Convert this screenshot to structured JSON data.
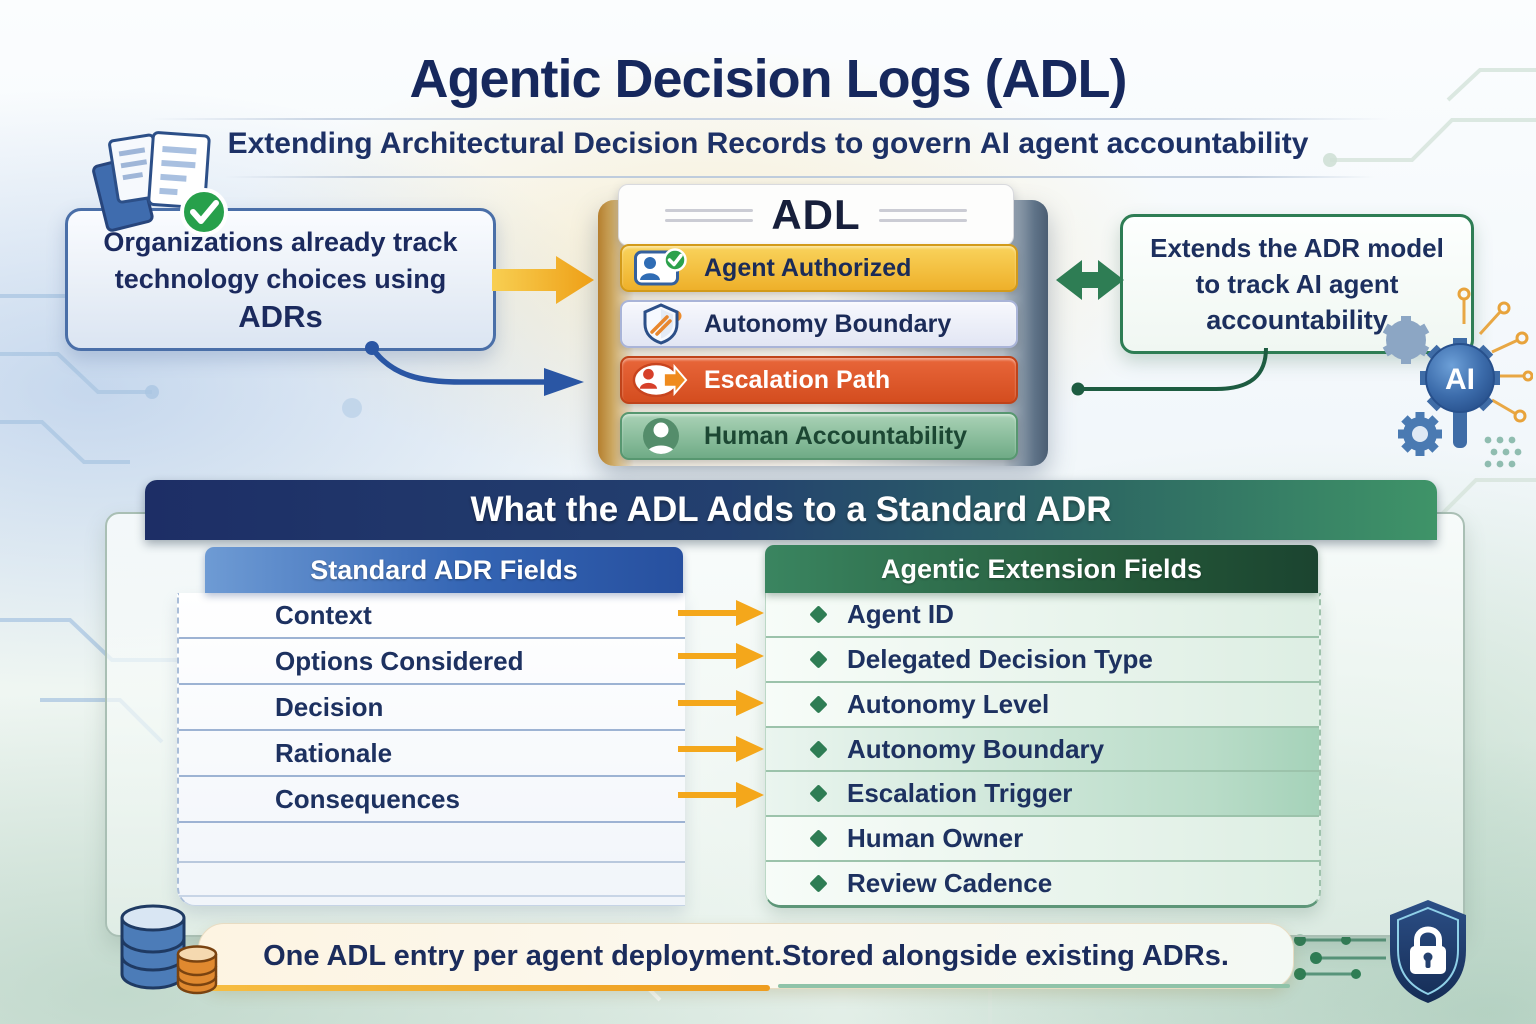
{
  "colors": {
    "navy": "#1b2c5e",
    "gold": "#f2b226",
    "orange_red": "#dd5427",
    "green": "#2e7d54",
    "blue": "#2a56a4",
    "header_gradient_left": "#1d2e66",
    "header_gradient_right": "#3f9468"
  },
  "header": {
    "title": "Agentic Decision Logs (ADL)",
    "subtitle_prefix": "Extending Architectural Decision Records to govern ",
    "subtitle_bold": "AI agent accountability"
  },
  "left_box": {
    "line1": "Organizations already track",
    "line2": "technology choices using",
    "line3": "ADRs"
  },
  "adl_card": {
    "title": "ADL",
    "rows": [
      {
        "label": "Agent Authorized",
        "icon": "agent-check-icon"
      },
      {
        "label": "Autonomy Boundary",
        "icon": "shield-pencil-icon"
      },
      {
        "label": "Escalation Path",
        "icon": "escalation-arrow-icon"
      },
      {
        "label": "Human Accountability",
        "icon": "person-icon"
      }
    ]
  },
  "right_box": {
    "line1": "Extends the ADR model",
    "line2": "to track AI agent",
    "line3": "accountability"
  },
  "ai_badge": "AI",
  "section": {
    "title": "What the ADL Adds to a Standard ADR",
    "left_header": "Standard ADR Fields",
    "right_header": "Agentic Extension Fields",
    "adr_fields": [
      "Context",
      "Options Considered",
      "Decision",
      "Rationale",
      "Consequences"
    ],
    "extension_fields": [
      "Agent ID",
      "Delegated Decision Type",
      "Autonomy Level",
      "Autonomy Boundary",
      "Escalation Trigger",
      "Human Owner",
      "Review Cadence"
    ]
  },
  "footer": {
    "bold": "One ADL entry per agent deployment.",
    "regular": " Stored alongside existing ADRs."
  }
}
